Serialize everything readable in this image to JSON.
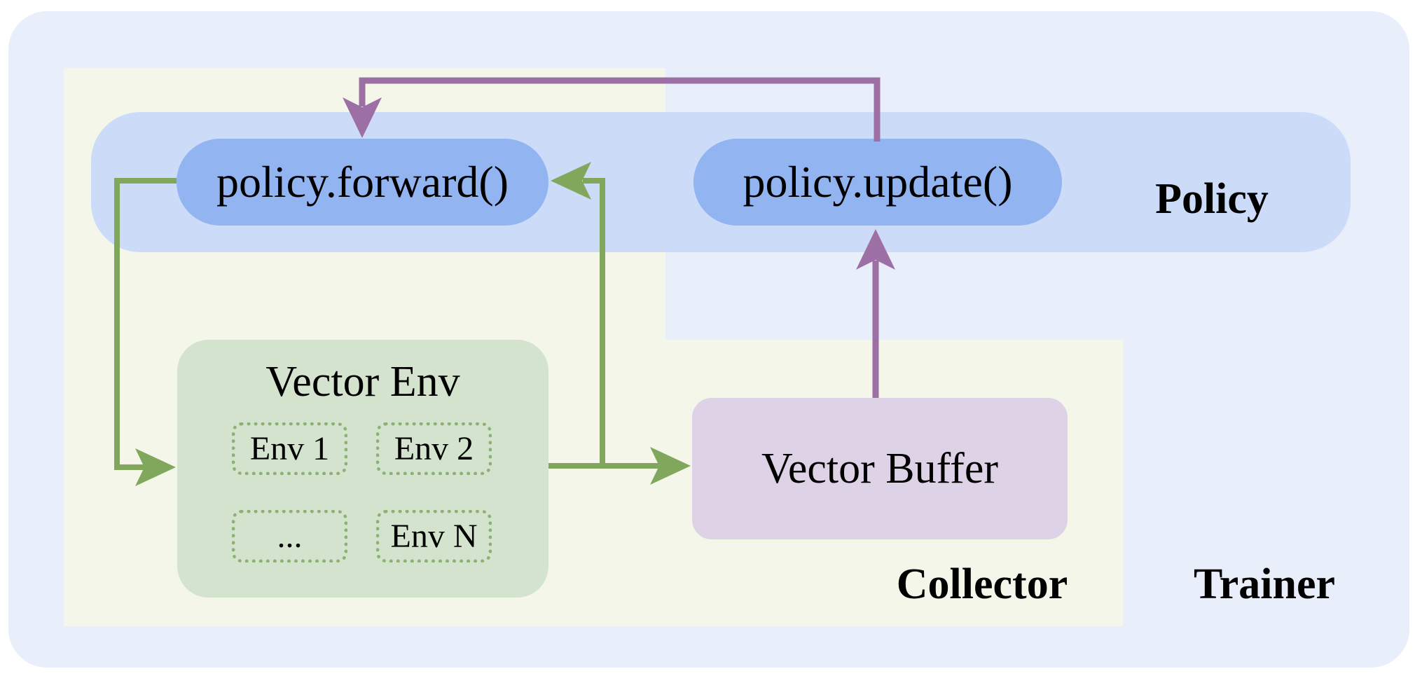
{
  "colors": {
    "outer_bg": "#e9eefb",
    "collector_bg": "#f3f6e9",
    "policy_band_bg": "#ccdcf8",
    "pill_bg": "#92b4f1",
    "env_box_bg": "#d3e3cd",
    "env_item_border": "#8db173",
    "buffer_bg": "#ded2e7",
    "green_arrow": "#81a75c",
    "purple_arrow": "#9c70a4",
    "text": "#000000"
  },
  "diagram": {
    "trainer": {
      "label": "Trainer"
    },
    "policy": {
      "label": "Policy",
      "forward_label": "policy.forward()",
      "update_label": "policy.update()"
    },
    "collector": {
      "label": "Collector",
      "vector_env": {
        "title": "Vector Env",
        "envs": [
          "Env 1",
          "Env 2",
          "...",
          "Env N"
        ]
      },
      "buffer_label": "Vector Buffer"
    }
  }
}
